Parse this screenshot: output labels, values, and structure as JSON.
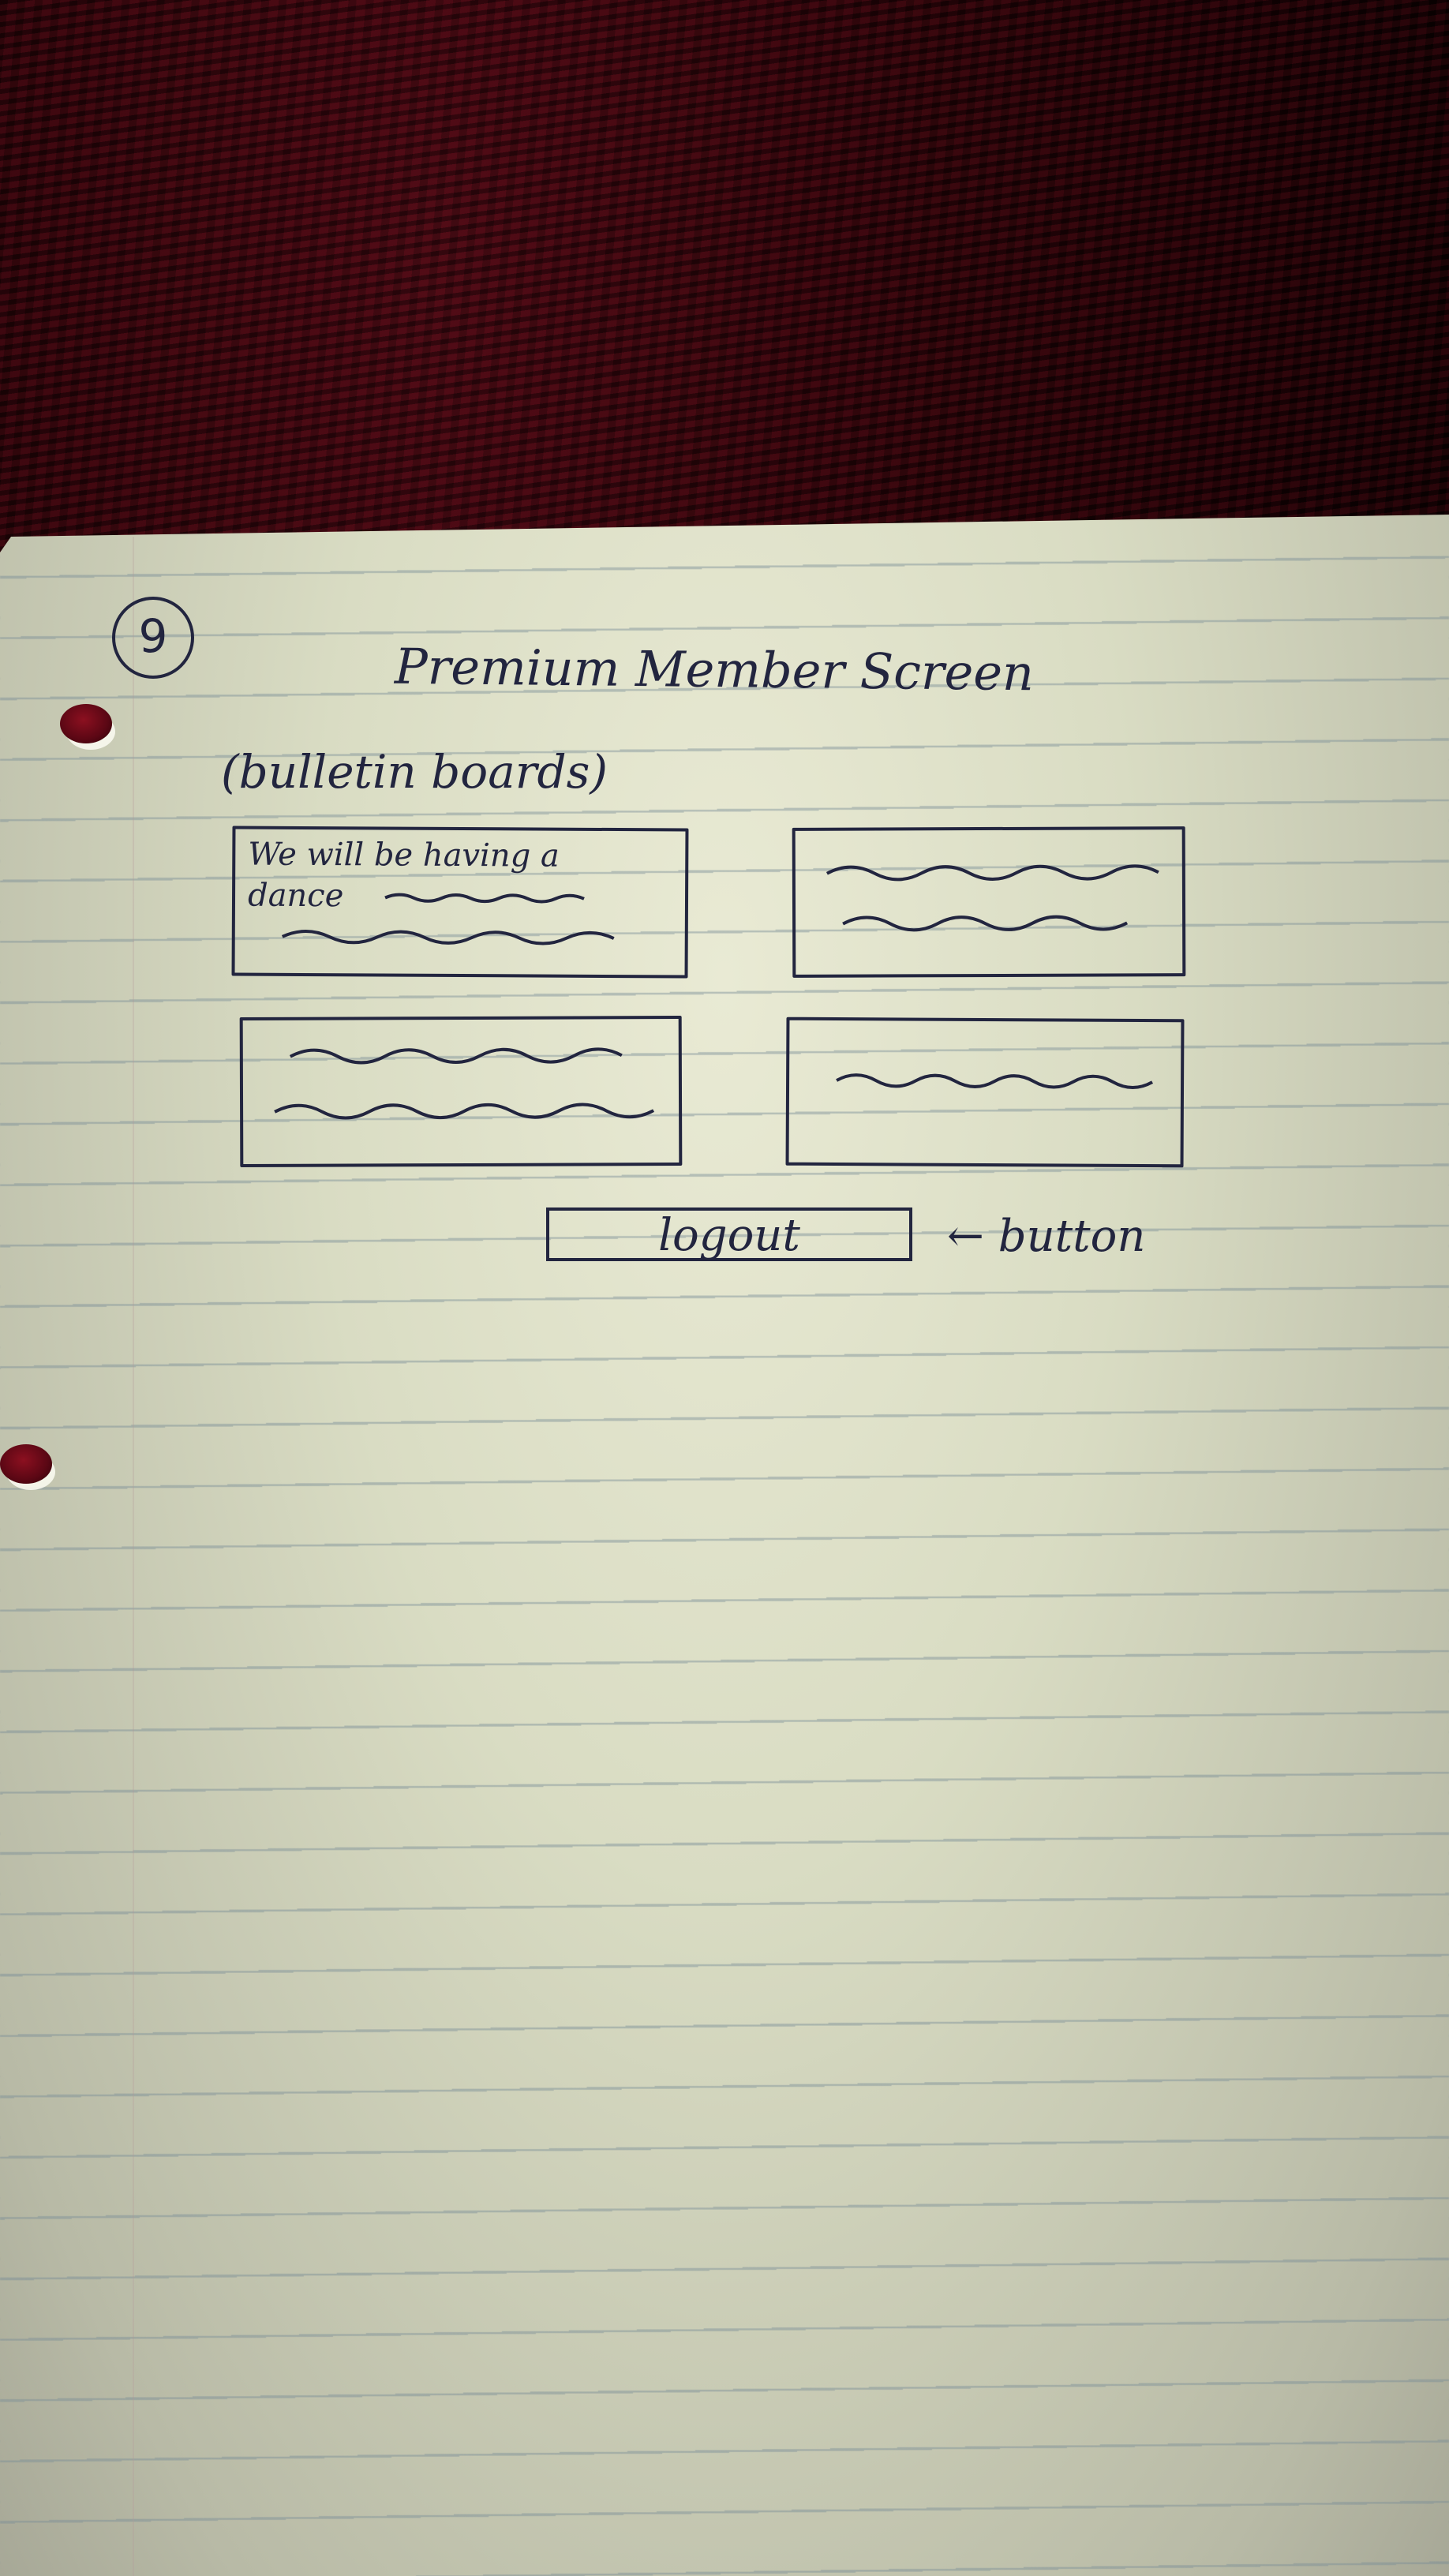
{
  "page_number": "9",
  "title": "Premium Member Screen",
  "subtitle": "(bulletin boards)",
  "bulletin_boards": [
    {
      "text": "We will be having a dance"
    },
    {
      "text": ""
    },
    {
      "text": ""
    },
    {
      "text": ""
    }
  ],
  "logout_button": {
    "label": "logout"
  },
  "button_note": "← button",
  "colors": {
    "ink": "#22253f",
    "paper": "#e9ead4",
    "cloth": "#2a0509",
    "hole": "#8c1020"
  }
}
